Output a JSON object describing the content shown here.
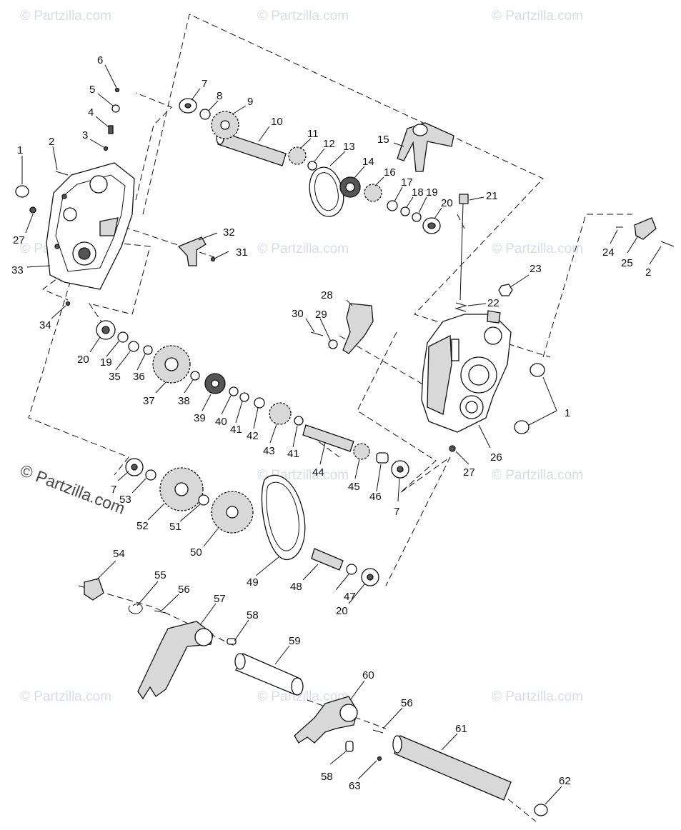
{
  "watermarks": {
    "tile_text": "© Partzilla.com",
    "main_text": "© Partzilla.com"
  },
  "callouts": [
    "1",
    "2",
    "3",
    "4",
    "5",
    "6",
    "7",
    "8",
    "9",
    "10",
    "11",
    "12",
    "13",
    "14",
    "15",
    "16",
    "17",
    "18",
    "19",
    "20",
    "21",
    "22",
    "23",
    "24",
    "25",
    "26",
    "27",
    "28",
    "29",
    "30",
    "31",
    "32",
    "33",
    "34",
    "35",
    "36",
    "37",
    "38",
    "39",
    "40",
    "41",
    "42",
    "43",
    "44",
    "45",
    "46",
    "47",
    "48",
    "49",
    "50",
    "51",
    "52",
    "53",
    "54",
    "55",
    "56",
    "57",
    "58",
    "59",
    "60",
    "61",
    "62",
    "63"
  ]
}
